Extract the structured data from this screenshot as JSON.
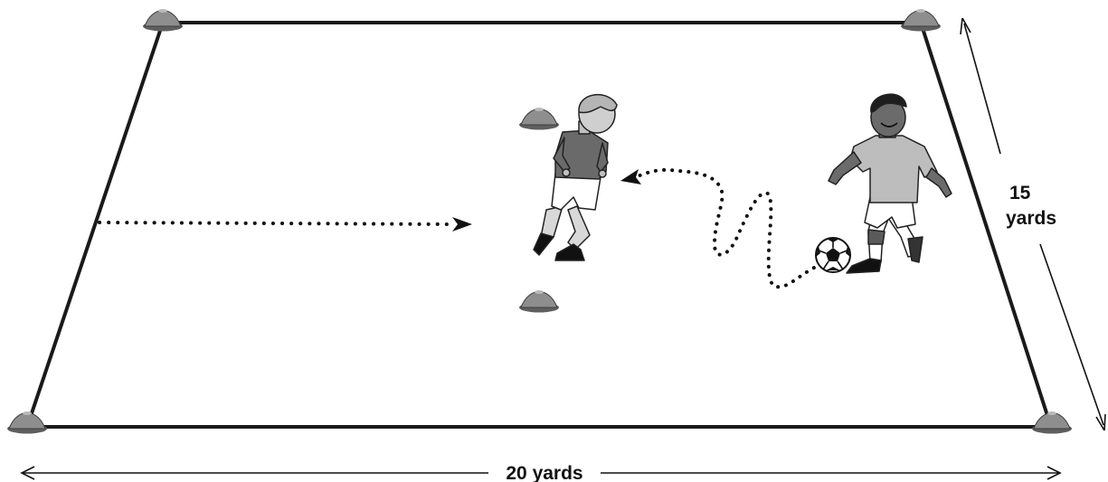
{
  "dimensions": {
    "width_label": "20 yards",
    "depth_number": "15",
    "depth_unit": "yards"
  },
  "colors": {
    "line": "#1a1a1a",
    "cone_fill": "#8e8e8e",
    "cone_shade": "#5f5f5f",
    "shirt_defender": "#6a6a6a",
    "shirt_attacker": "#bdbdbd",
    "skin_light": "#bdbdbd",
    "skin_dark": "#6b6b6b"
  },
  "icons": [
    "training-cone",
    "soccer-ball",
    "player-defender",
    "player-attacker",
    "run-arrow",
    "dribble-path"
  ]
}
